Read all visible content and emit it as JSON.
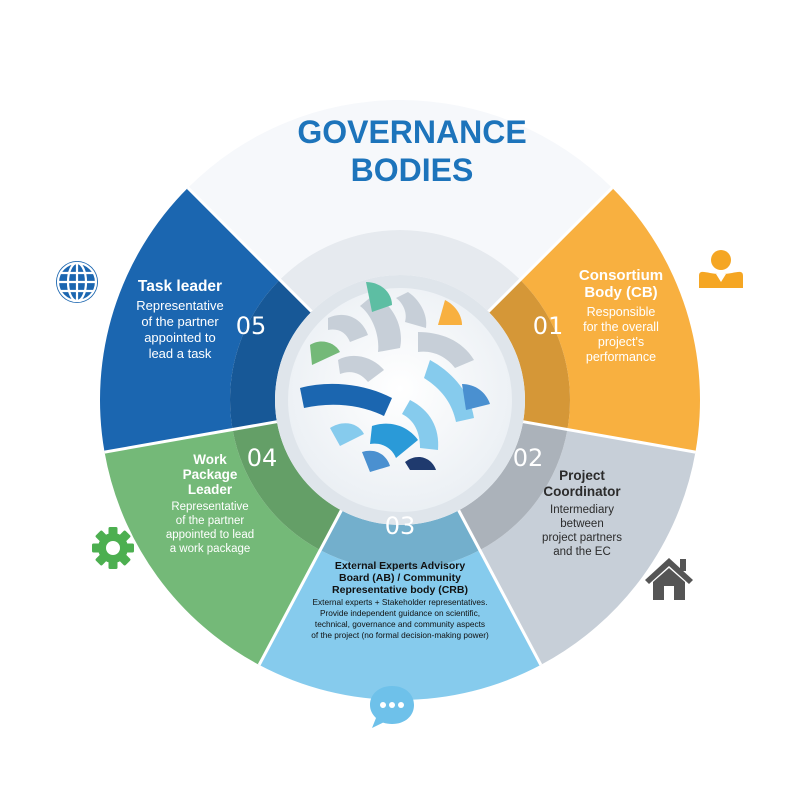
{
  "title": {
    "line1": "GOVERNANCE",
    "line2": "BODIES"
  },
  "colors": {
    "orange": "#f8b040",
    "gray": "#c7cfd8",
    "lightblue": "#86cbed",
    "green": "#74b978",
    "darkblue": "#1b66b0",
    "titleblue": "#1d74bb",
    "icon_blue": "#1b66b0",
    "icon_orange": "#f5a623",
    "icon_gray": "#555555",
    "icon_green": "#4caf50",
    "icon_lightblue": "#6ec1ea"
  },
  "segments": {
    "s01": {
      "number": "01",
      "title": [
        "Consortium",
        "Body (CB)"
      ],
      "text": [
        "Responsible",
        "for the overall",
        "project's",
        "performance"
      ],
      "icon": "person-icon"
    },
    "s02": {
      "number": "02",
      "title": [
        "Project",
        "Coordinator"
      ],
      "text": [
        "Intermediary",
        "between",
        "project partners",
        "and the EC"
      ],
      "icon": "house-icon"
    },
    "s03": {
      "number": "03",
      "title": [
        "External Experts Advisory",
        "Board (AB) / Community",
        "Representative  body (CRB)"
      ],
      "text": [
        "External experts + Stakeholder representatives.",
        "Provide independent guidance on scientific,",
        "technical, governance and community aspects",
        "of the project (no formal decision-making power)"
      ],
      "icon": "chat-bubble-icon"
    },
    "s04": {
      "number": "04",
      "title": [
        "Work",
        "Package",
        "Leader"
      ],
      "text": [
        "Representative",
        "of the partner",
        "appointed to lead",
        "a work package"
      ],
      "icon": "gear-icon"
    },
    "s05": {
      "number": "05",
      "title": [
        "Task leader"
      ],
      "text": [
        "Representative",
        "of the partner",
        "appointed to",
        "lead a task"
      ],
      "icon": "globe-icon"
    }
  }
}
